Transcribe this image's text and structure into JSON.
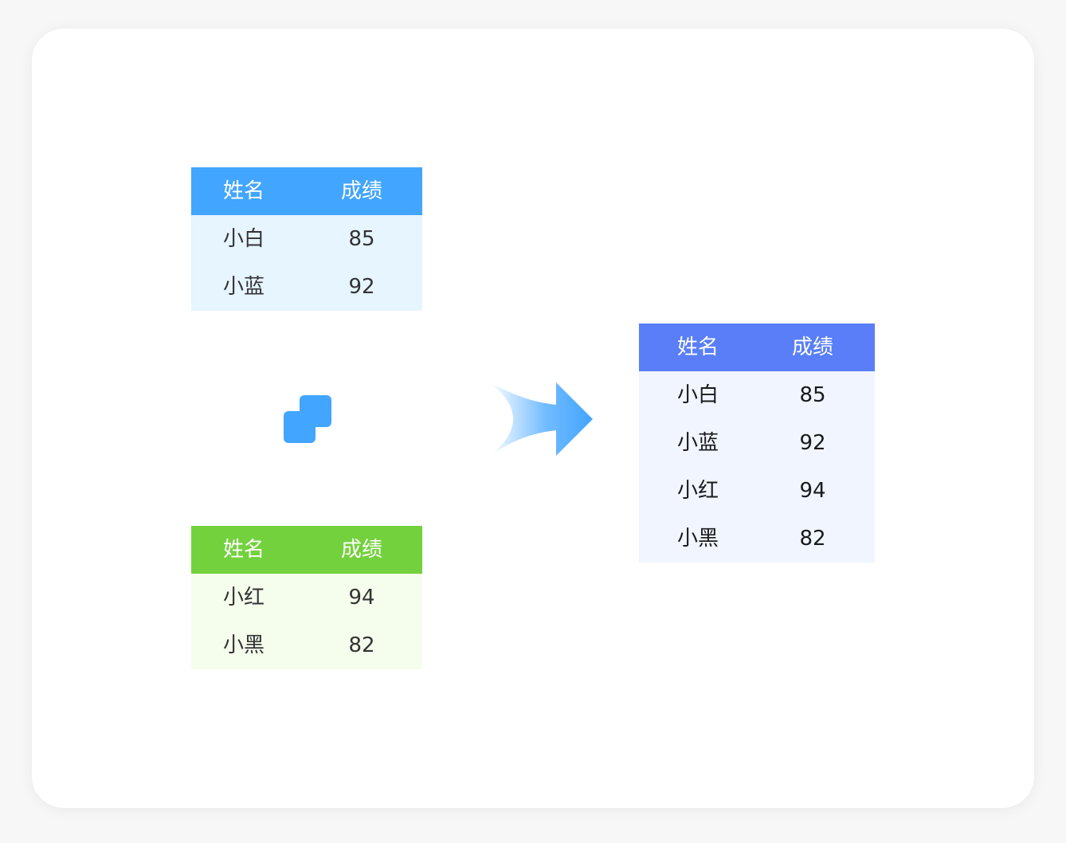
{
  "table_blue": {
    "headers": [
      "姓名",
      "成绩"
    ],
    "rows": [
      [
        "小白",
        "85"
      ],
      [
        "小蓝",
        "92"
      ]
    ],
    "header_color": "#42a5ff",
    "body_color": "#e6f5ff"
  },
  "table_green": {
    "headers": [
      "姓名",
      "成绩"
    ],
    "rows": [
      [
        "小红",
        "94"
      ],
      [
        "小黑",
        "82"
      ]
    ],
    "header_color": "#73d13d",
    "body_color": "#f5fdec"
  },
  "table_result": {
    "headers": [
      "姓名",
      "成绩"
    ],
    "rows": [
      [
        "小白",
        "85"
      ],
      [
        "小蓝",
        "92"
      ],
      [
        "小红",
        "94"
      ],
      [
        "小黑",
        "82"
      ]
    ],
    "header_color": "#597ef7",
    "body_color": "#f0f5ff"
  },
  "icons": {
    "merge": "merge-icon",
    "arrow": "arrow-right-icon"
  },
  "accent_color": "#42a5ff"
}
